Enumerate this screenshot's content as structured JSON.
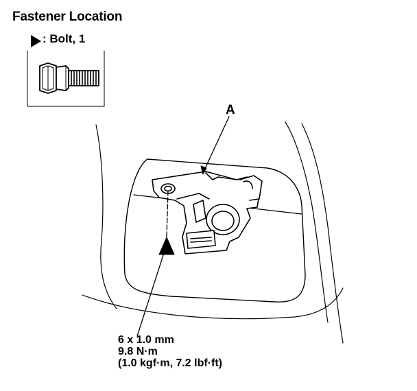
{
  "header": {
    "title": "Fastener Location"
  },
  "legend": {
    "marker_icon": "triangle-marker-icon",
    "text": ": Bolt, 1"
  },
  "diagram": {
    "callout_label": "A",
    "specs": {
      "size": "6 x 1.0 mm",
      "torque_nm": "9.8 N·m",
      "torque_alt": "(1.0 kgf·m, 7.2 lbf·ft)"
    }
  }
}
